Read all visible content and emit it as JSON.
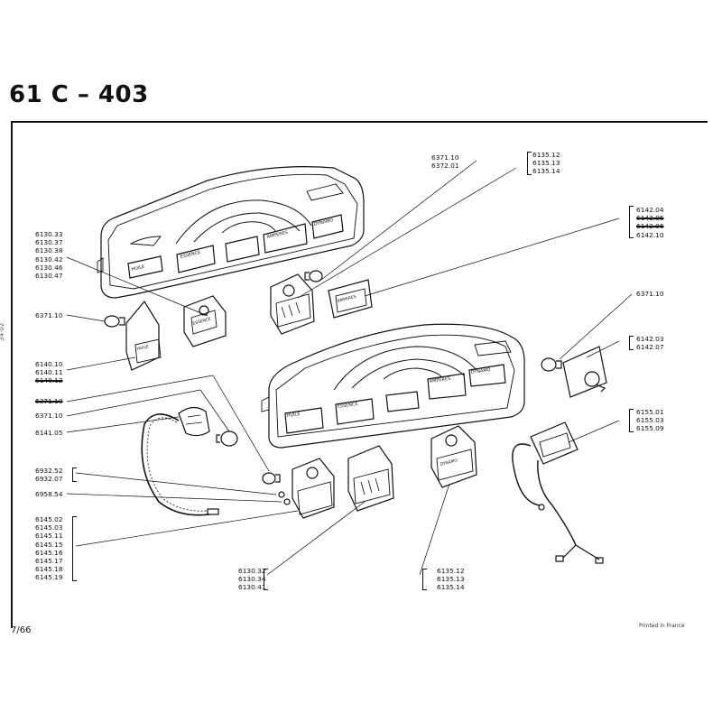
{
  "title": "61 C  –  403",
  "page_number": "7/66",
  "printed_note": "Printed in France",
  "margin_note": "34-02",
  "callouts": {
    "group_6130_top": [
      "6130.33",
      "6130.37",
      "6130.38",
      "6130.42",
      "6130.46",
      "6130.47"
    ],
    "bulb_6371_left": [
      "6371.10"
    ],
    "group_6140": [
      "6140.10",
      "6140.11",
      "6140.12"
    ],
    "group_6371_mid": [
      "6371.10",
      "6371.10"
    ],
    "cable_6141": [
      "6141.05"
    ],
    "group_6932": [
      "6932.52",
      "6932.07"
    ],
    "clip_6958": [
      "6958.54"
    ],
    "group_6145": [
      "6145.02",
      "6145.03",
      "6145.11",
      "6145.15",
      "6145.16",
      "6145.17",
      "6145.18",
      "6145.19"
    ],
    "group_6130_bottom": [
      "6130.32",
      "6130.34",
      "6130.41"
    ],
    "group_6371_top": [
      "6371.10",
      "6372.01"
    ],
    "group_6135_top": [
      "6135.12",
      "6135.13",
      "6135.14"
    ],
    "group_6142_top": [
      "6142.04",
      "6142.05",
      "6142.06",
      "6142.10"
    ],
    "bulb_6371_right": [
      "6371.10"
    ],
    "group_6142_03": [
      "6142.03",
      "6142.07"
    ],
    "group_6155": [
      "6155.01",
      "6155.03",
      "6155.09"
    ],
    "group_6135_bottom": [
      "6135.12",
      "6135.13",
      "6135.14"
    ]
  },
  "gauge_labels": {
    "upper": [
      "HUILE",
      "ESSENCE",
      "AMPERES",
      "DYNAMO"
    ],
    "lower": [
      "HUILE",
      "ESSENCE",
      "AMPERES",
      "DYNAMO"
    ],
    "modules": [
      "HUILE",
      "ESSENCE",
      "AMPERES",
      "DYNAMO"
    ]
  }
}
